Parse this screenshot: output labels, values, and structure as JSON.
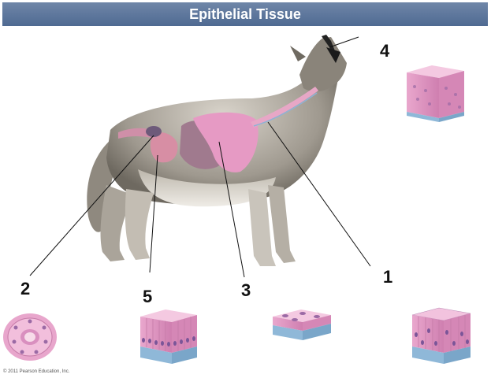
{
  "header": {
    "title": "Epithelial Tissue"
  },
  "labels": [
    {
      "id": "1",
      "text": "1"
    },
    {
      "id": "2",
      "text": "2"
    },
    {
      "id": "3",
      "text": "3"
    },
    {
      "id": "4",
      "text": "4"
    },
    {
      "id": "5",
      "text": "5"
    }
  ],
  "footer": {
    "copyright": "© 2011 Pearson Education, Inc."
  },
  "colors": {
    "title_bar": "#5a7399",
    "tissue_pink": "#e8a6cc",
    "basement_blue": "#8fb8d8",
    "wolf_fur": "#a8a39a"
  }
}
